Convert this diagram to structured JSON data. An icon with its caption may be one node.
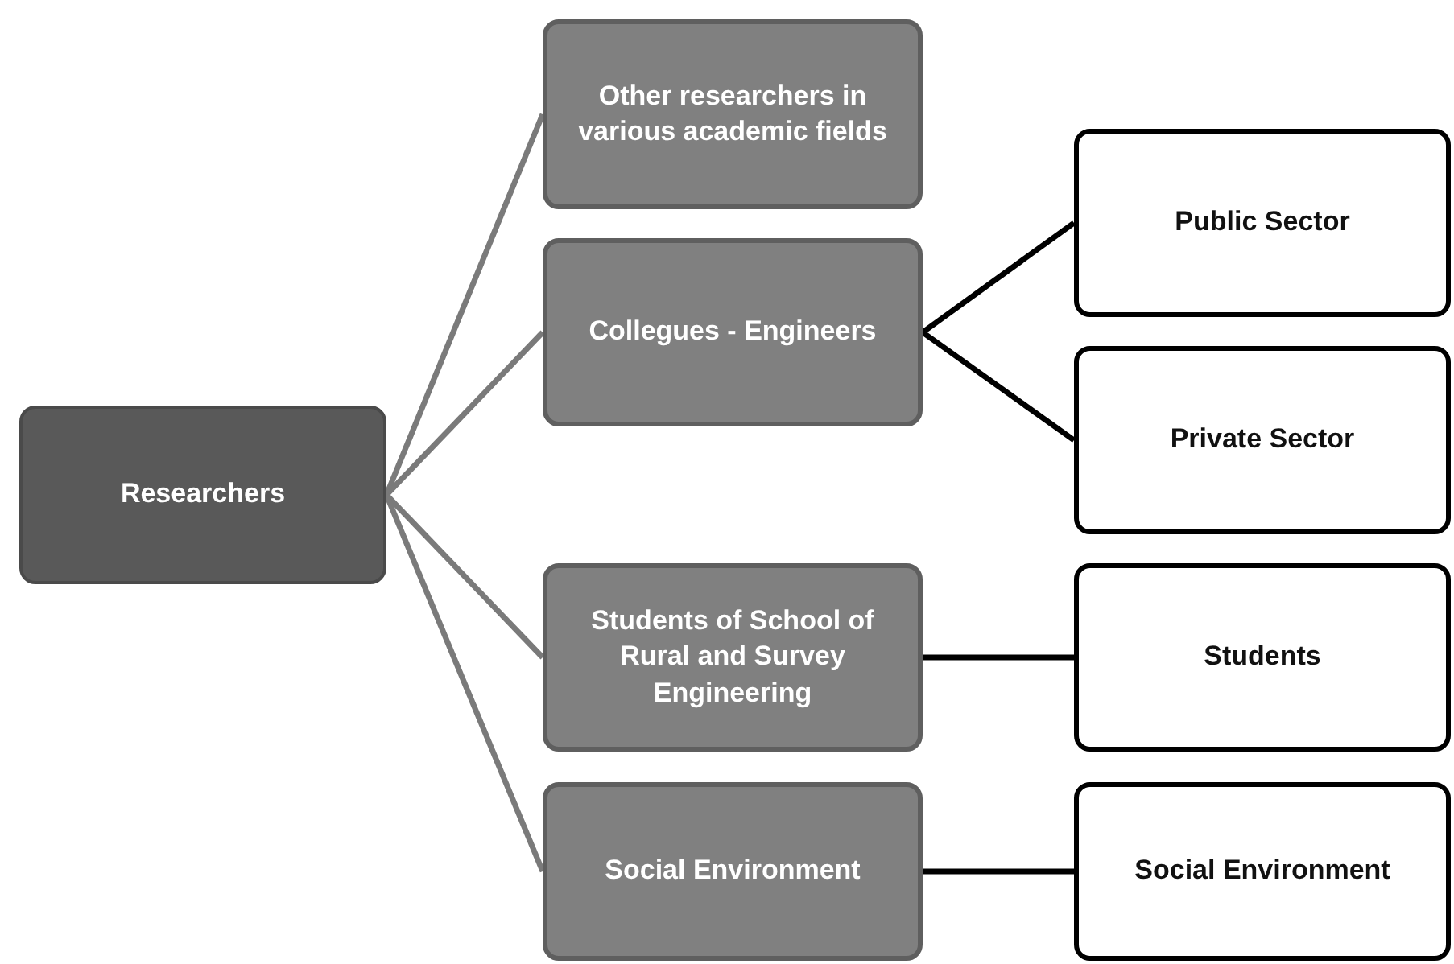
{
  "diagram": {
    "nodes": [
      {
        "text": [
          "Researchers"
        ]
      },
      {
        "text": [
          "Other researchers in various academic fields"
        ]
      },
      {
        "text": [
          "Collegues - Engineers"
        ]
      },
      {
        "text": [
          "Public Sector"
        ]
      },
      {
        "text": [
          "Private Sector"
        ]
      },
      {
        "text": [
          "Students of School of Rural and Survey Engineering"
        ]
      },
      {
        "text": [
          "Students"
        ]
      },
      {
        "text": [
          "Social Environment"
        ]
      },
      {
        "text": [
          "Social Environment"
        ]
      }
    ],
    "edges": [
      {
        "from": 0,
        "to": 1,
        "arrow": "none",
        "color": "#7a7a7a"
      },
      {
        "from": 0,
        "to": 2,
        "arrow": "none",
        "color": "#7a7a7a"
      },
      {
        "from": 0,
        "to": 5,
        "arrow": "none",
        "color": "#7a7a7a"
      },
      {
        "from": 0,
        "to": 7,
        "arrow": "none",
        "color": "#7a7a7a"
      },
      {
        "from": 2,
        "to": 3,
        "arrow": "none",
        "color": "#000000"
      },
      {
        "from": 2,
        "to": 4,
        "arrow": "none",
        "color": "#000000"
      },
      {
        "from": 5,
        "to": 6,
        "arrow": "none",
        "color": "#000000"
      },
      {
        "from": 7,
        "to": 8,
        "arrow": "none",
        "color": "#000000"
      }
    ]
  }
}
